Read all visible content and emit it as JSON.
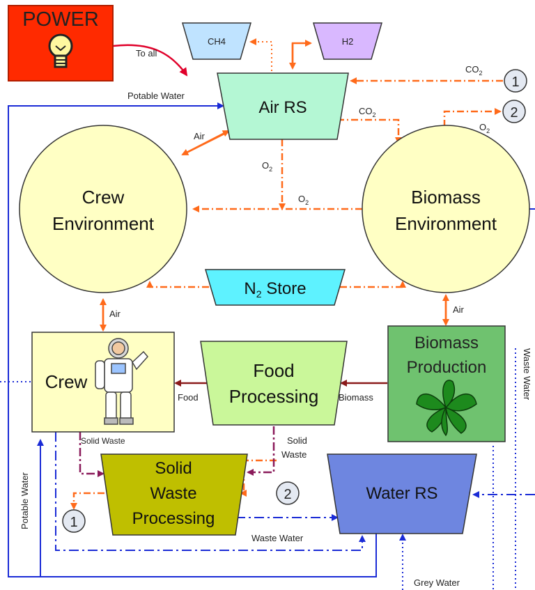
{
  "nodes": {
    "power": "POWER",
    "ch4": "CH4",
    "h2": "H2",
    "air_rs": "Air RS",
    "crew_env_line1": "Crew",
    "crew_env_line2": "Environment",
    "biomass_env_line1": "Biomass",
    "biomass_env_line2": "Environment",
    "n2_store_prefix": "N",
    "n2_store_sub": "2",
    "n2_store_suffix": " Store",
    "crew": "Crew",
    "food_line1": "Food",
    "food_line2": "Processing",
    "biomass_prod_line1": "Biomass",
    "biomass_prod_line2": "Production",
    "sw_line1": "Solid",
    "sw_line2": "Waste",
    "sw_line3": "Processing",
    "water_rs": "Water RS",
    "connector_1": "1",
    "connector_2": "2"
  },
  "edge_labels": {
    "to_all": "To all",
    "potable_water_top": "Potable Water",
    "co2_main": "CO",
    "co2_sub": "2",
    "o2_main": "O",
    "o2_sub": "2",
    "air_left": "Air",
    "air_crew": "Air",
    "air_biomass": "Air",
    "food": "Food",
    "biomass": "Biomass",
    "solid_waste_left": "Solid Waste",
    "solid_waste_right_1": "Solid",
    "solid_waste_right_2": "Waste",
    "waste_water_bottom": "Waste Water",
    "waste_water_side": "Waste Water",
    "potable_water_side": "Potable Water",
    "grey_water": "Grey Water"
  },
  "colors": {
    "power_fill": "#ff2a00",
    "gas_tank_blue": "#bfe3ff",
    "gas_tank_purple": "#d9b8ff",
    "air_rs_fill": "#b4f7d4",
    "environment_fill": "#ffffc4",
    "n2_fill": "#5ef2ff",
    "crew_fill": "#ffffc4",
    "food_fill": "#caf79a",
    "biomass_prod_fill": "#6fc26f",
    "solid_waste_fill": "#bfbf00",
    "water_rs_fill": "#6e86e0",
    "gas_arrow": "#ff6a1a",
    "water_line": "#1a2bd6",
    "food_arrow": "#8a1a1a",
    "waste_arrow": "#8a1a5a"
  }
}
